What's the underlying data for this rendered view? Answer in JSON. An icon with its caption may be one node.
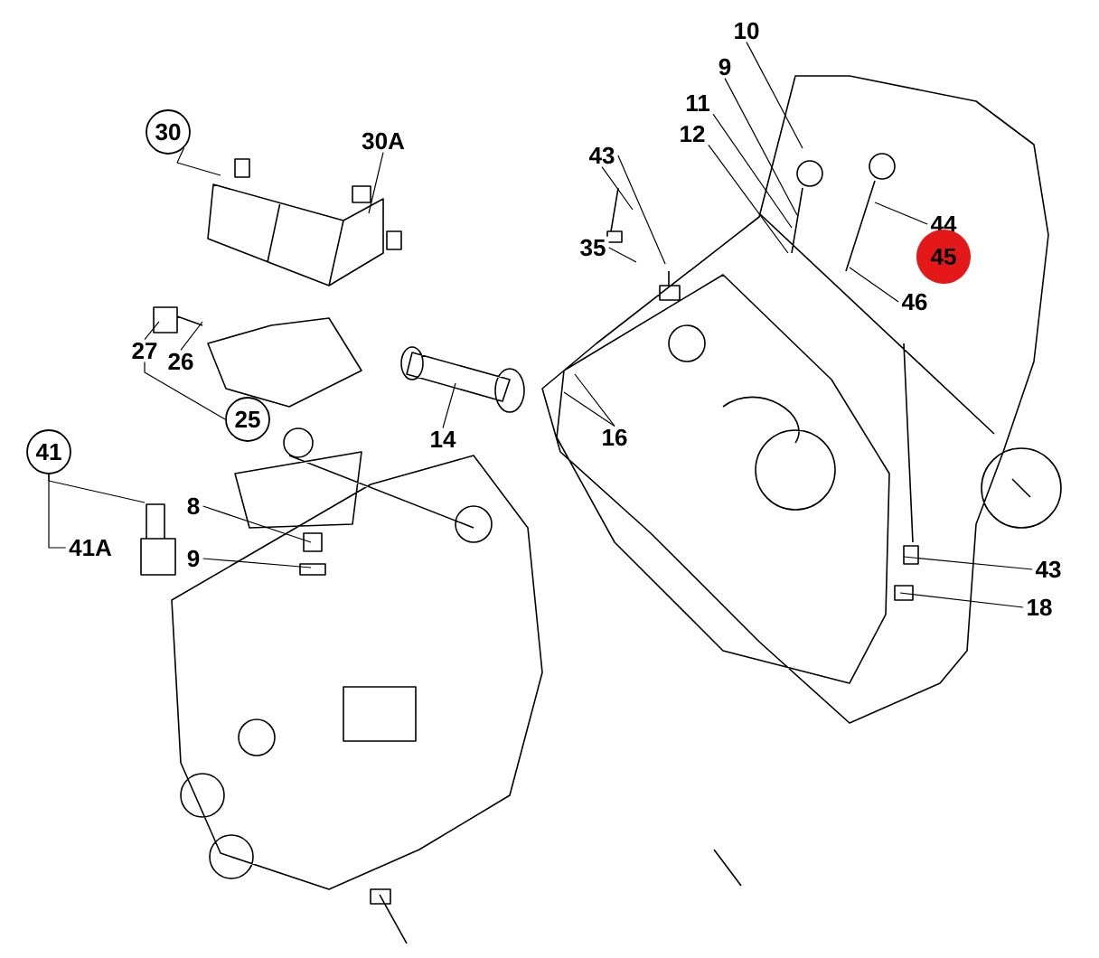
{
  "diagram": {
    "nodes": [
      {
        "text": [
          "10"
        ]
      },
      {
        "text": [
          "9"
        ]
      },
      {
        "text": [
          "11"
        ]
      },
      {
        "text": [
          "43"
        ]
      },
      {
        "text": [
          "12"
        ]
      },
      {
        "text": [
          "30"
        ]
      },
      {
        "text": [
          "30A"
        ]
      },
      {
        "text": [
          "44"
        ]
      },
      {
        "text": [
          "45"
        ]
      },
      {
        "text": [
          "35"
        ]
      },
      {
        "text": [
          "46"
        ]
      },
      {
        "text": [
          "27"
        ]
      },
      {
        "text": [
          "26"
        ]
      },
      {
        "text": [
          "25"
        ]
      },
      {
        "text": [
          "14"
        ]
      },
      {
        "text": [
          "16"
        ]
      },
      {
        "text": [
          "41"
        ]
      },
      {
        "text": [
          "8"
        ]
      },
      {
        "text": [
          "41A"
        ]
      },
      {
        "text": [
          "9"
        ]
      },
      {
        "text": [
          "43"
        ]
      },
      {
        "text": [
          "18"
        ]
      }
    ],
    "edges": [
      {
        "from": 0,
        "to": null,
        "arrow": "none"
      },
      {
        "from": 1,
        "to": null,
        "arrow": "none"
      },
      {
        "from": 2,
        "to": null,
        "arrow": "none"
      },
      {
        "from": 3,
        "to": null,
        "arrow": "none"
      },
      {
        "from": 3,
        "to": null,
        "arrow": "none"
      },
      {
        "from": 4,
        "to": null,
        "arrow": "none"
      },
      {
        "from": 5,
        "to": null,
        "arrow": "none"
      },
      {
        "from": 6,
        "to": null,
        "arrow": "none"
      },
      {
        "from": 7,
        "to": null,
        "arrow": "none"
      },
      {
        "from": 10,
        "to": null,
        "arrow": "none"
      },
      {
        "from": 9,
        "to": null,
        "arrow": "none"
      },
      {
        "from": 11,
        "to": null,
        "arrow": "none"
      },
      {
        "from": 12,
        "to": null,
        "arrow": "none"
      },
      {
        "from": 13,
        "to": 11,
        "arrow": "none"
      },
      {
        "from": 14,
        "to": null,
        "arrow": "none"
      },
      {
        "from": 15,
        "to": null,
        "arrow": "none"
      },
      {
        "from": 15,
        "to": null,
        "arrow": "none"
      },
      {
        "from": 16,
        "to": null,
        "arrow": "none"
      },
      {
        "from": 16,
        "to": 18,
        "arrow": "none"
      },
      {
        "from": 17,
        "to": null,
        "arrow": "none"
      },
      {
        "from": 19,
        "to": null,
        "arrow": "none"
      },
      {
        "from": 20,
        "to": null,
        "arrow": "none"
      },
      {
        "from": 21,
        "to": null,
        "arrow": "none"
      }
    ]
  }
}
